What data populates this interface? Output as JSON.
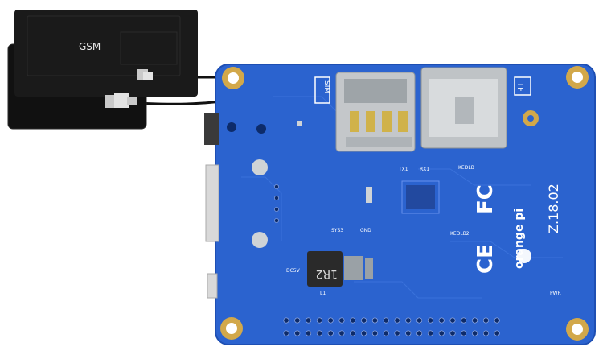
{
  "labels": {
    "gsm": "GSM",
    "sim": "SIM",
    "tf": "TF",
    "brand": "orange pi",
    "model_marking": "Z.18.02",
    "inductor": "1R2",
    "fcc": "FC",
    "ce": "CE",
    "silk_small": [
      "SYS3",
      "GND",
      "DC5V",
      "L1",
      "TX1",
      "RX1",
      "KEDLB",
      "KEDLB2",
      "PWR"
    ]
  },
  "colors": {
    "background": "#ffffff",
    "pcb_blue": "#2b63cf",
    "pcb_blue_dark": "#1e4fb3",
    "gold": "#d2a84a",
    "antenna_black": "#1a1a1a",
    "silkscreen": "#ffffff",
    "metal": "#bfc3c6"
  }
}
